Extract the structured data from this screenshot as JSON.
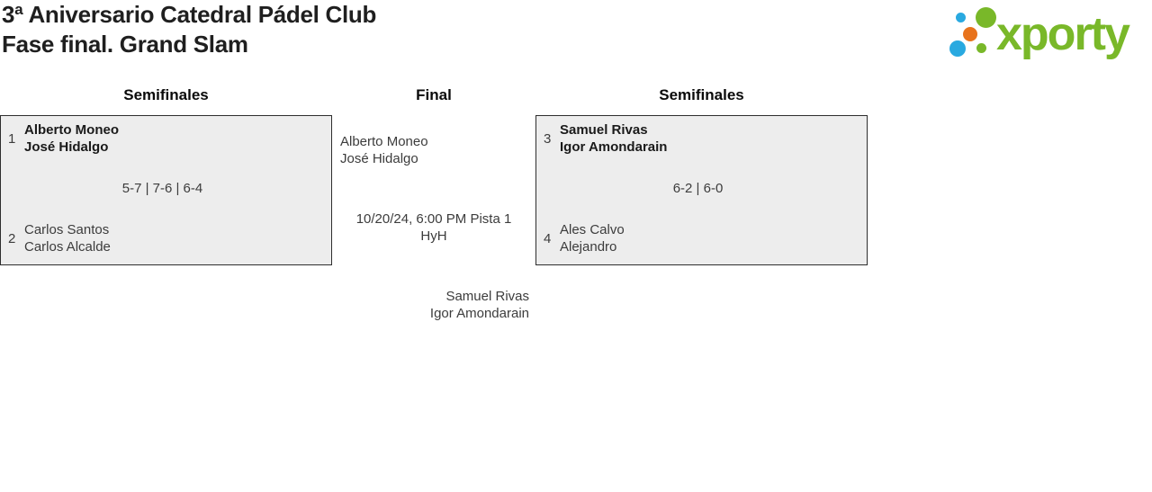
{
  "title": {
    "line1": "3ª Aniversario Catedral Pádel Club",
    "line2": "Fase final. Grand Slam"
  },
  "logo": {
    "wordmark": "xporty"
  },
  "rounds": {
    "left": "Semifinales",
    "center": "Final",
    "right": "Semifinales"
  },
  "semifinal_left": {
    "team1": {
      "seed": "1",
      "player1": "Alberto Moneo",
      "player2": "José Hidalgo",
      "winner": true
    },
    "score": "5-7 | 7-6 | 6-4",
    "team2": {
      "seed": "2",
      "player1": "Carlos Santos",
      "player2": "Carlos Alcalde",
      "winner": false
    }
  },
  "final": {
    "team_top": {
      "player1": "Alberto Moneo",
      "player2": "José Hidalgo"
    },
    "schedule": {
      "line1": "10/20/24, 6:00 PM Pista 1",
      "line2": "HyH"
    },
    "team_bottom": {
      "player1": "Samuel Rivas",
      "player2": "Igor Amondarain"
    }
  },
  "semifinal_right": {
    "team1": {
      "seed": "3",
      "player1": "Samuel Rivas",
      "player2": "Igor Amondarain",
      "winner": true
    },
    "score": "6-2 | 6-0",
    "team2": {
      "seed": "4",
      "player1": "Ales Calvo",
      "player2": "Alejandro",
      "winner": false
    }
  },
  "colors": {
    "logo_green": "#79b829",
    "logo_blue": "#29a9e0",
    "logo_orange": "#e8731c",
    "card_bg": "#ededed",
    "card_border": "#2e2e2e",
    "text_title": "#1f1f1f",
    "text_dark": "#1a1a1a",
    "text_gray": "#3c3c3c"
  }
}
